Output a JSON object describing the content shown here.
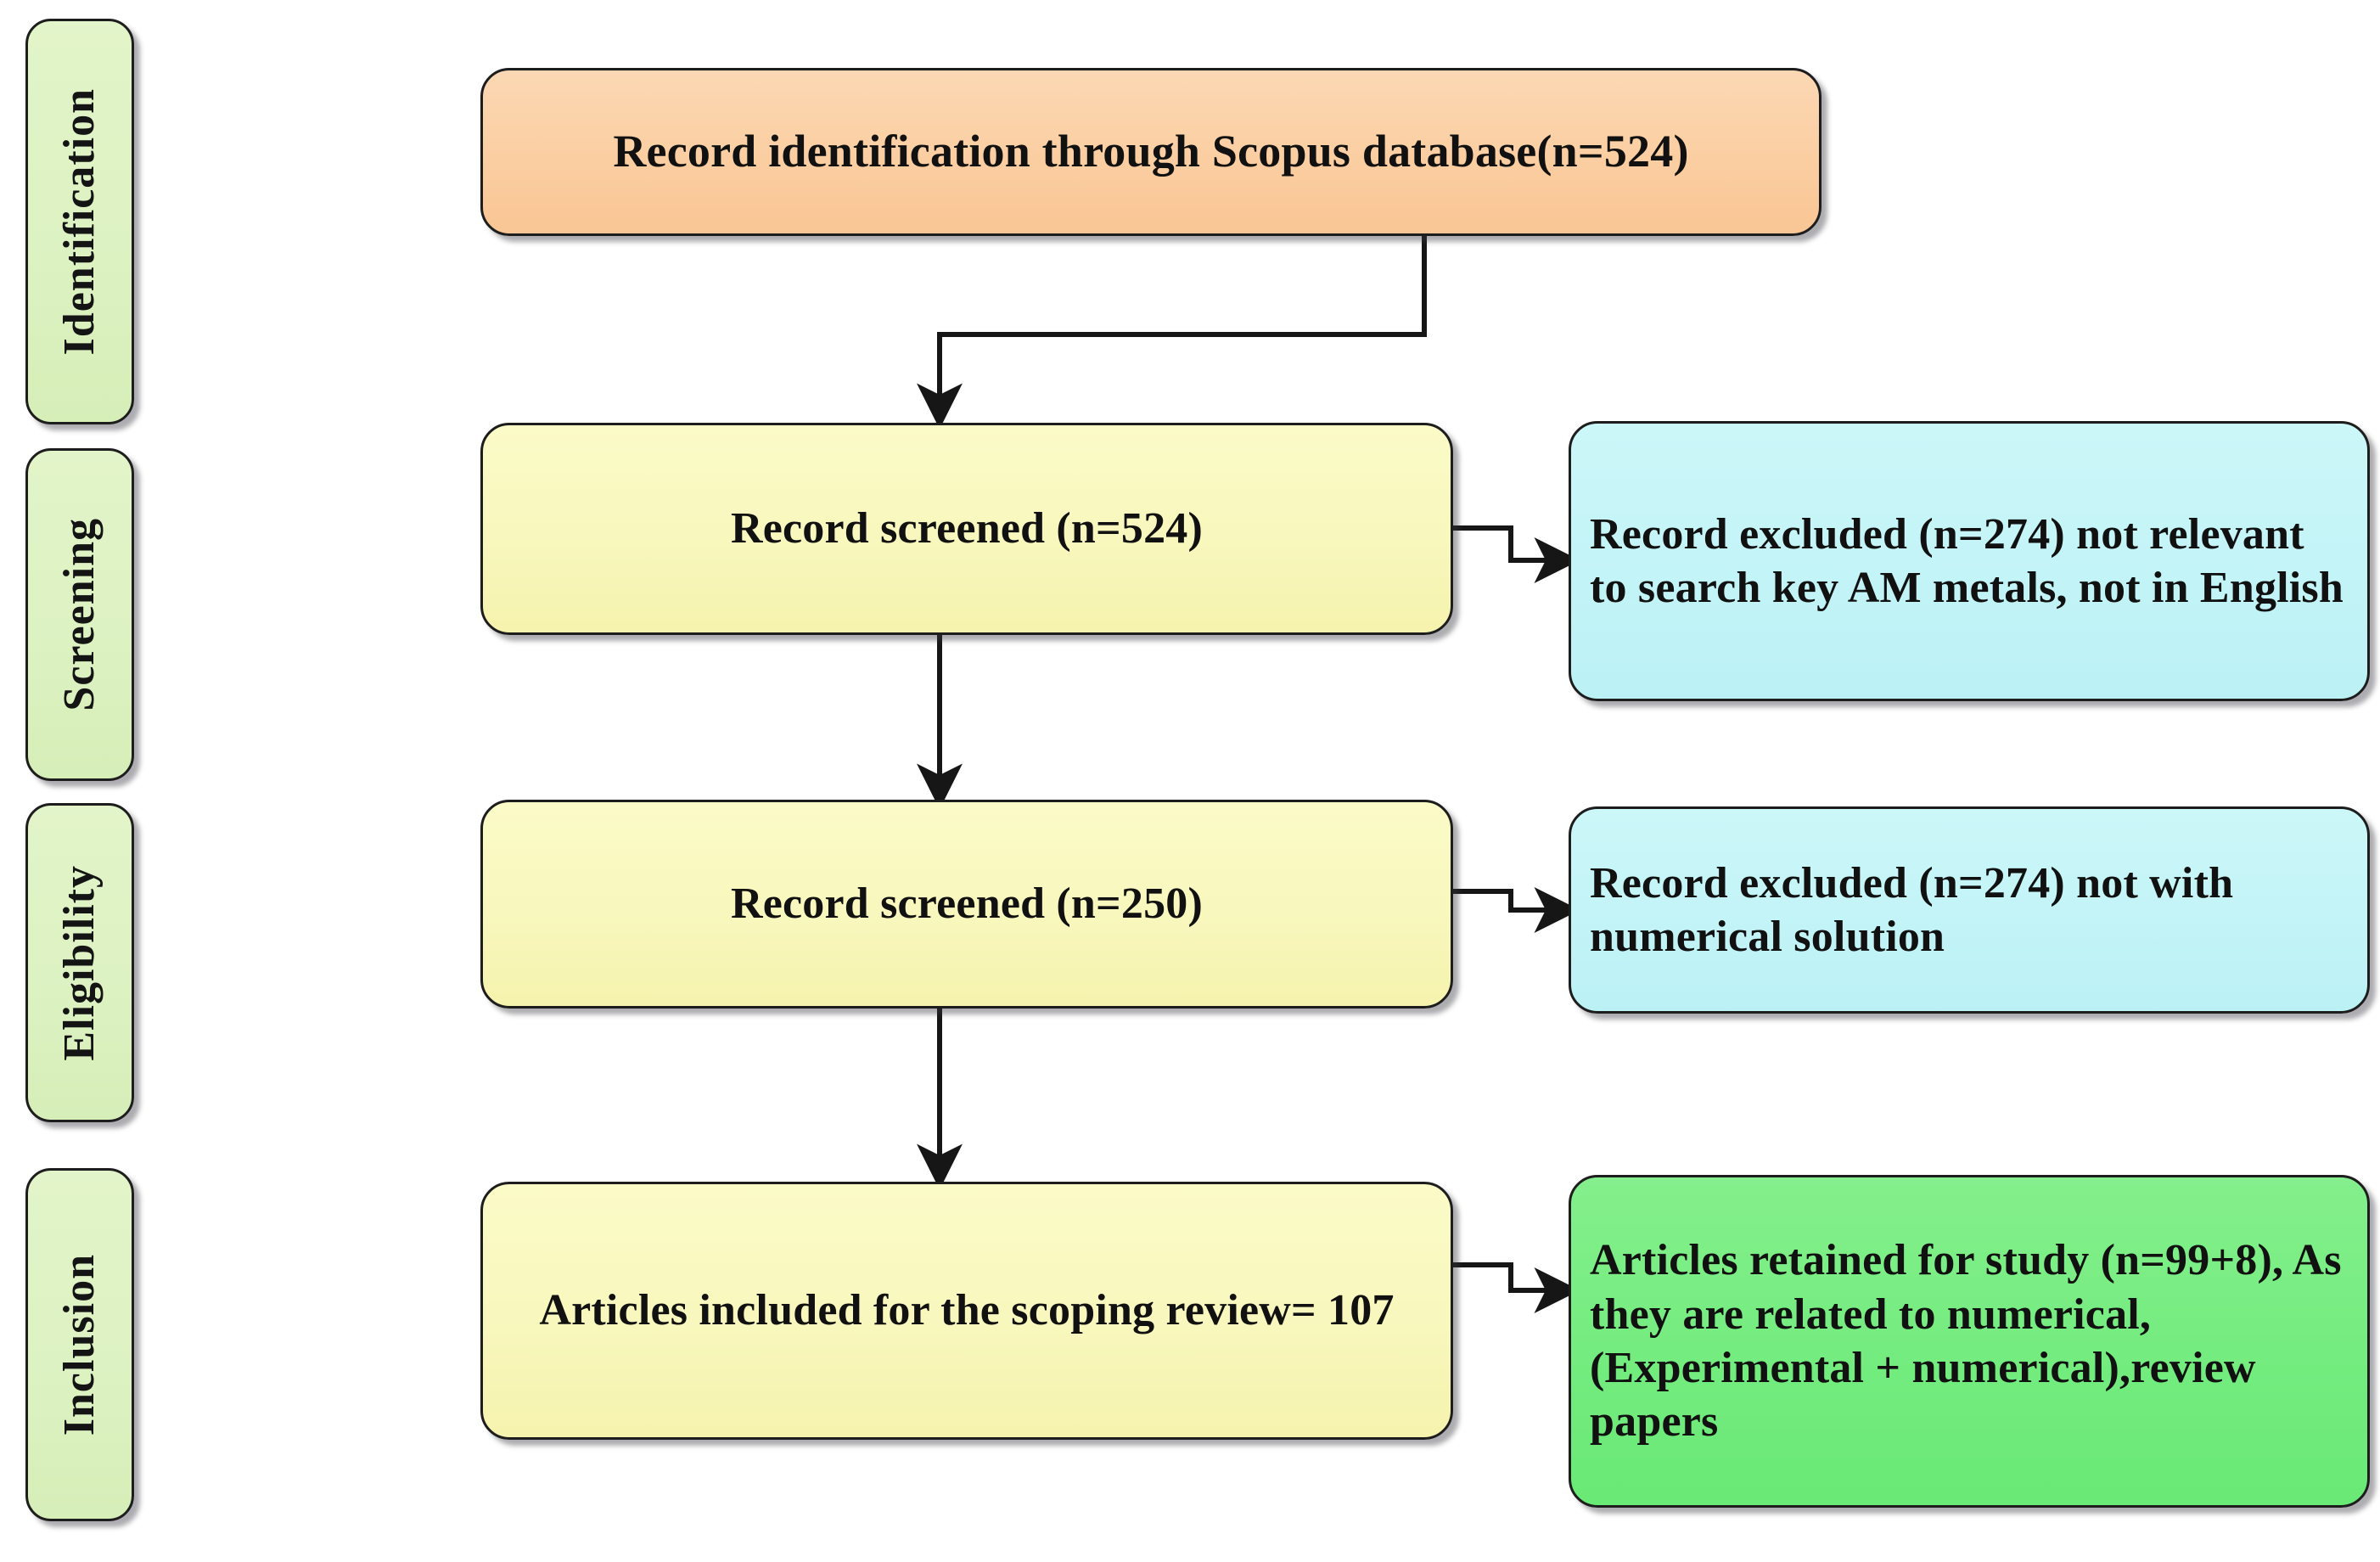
{
  "diagram": {
    "type": "prisma-flow-diagram",
    "title": "PRISMA scoping review flow diagram",
    "colors": {
      "stage": "#ddf2c2",
      "identification_box": "#fbcfa3",
      "screened_box": "#f8f7bd",
      "excluded_box": "#c3f4f7",
      "retained_box": "#74ec7f",
      "border": "#1d1d1d",
      "connector": "#161616"
    },
    "stages": [
      {
        "id": "identification",
        "label": "Identification"
      },
      {
        "id": "screening",
        "label": "Screening"
      },
      {
        "id": "eligibility",
        "label": "Eligibility"
      },
      {
        "id": "inclusion",
        "label": "Inclusion"
      }
    ],
    "nodes": [
      {
        "id": "identification-source",
        "label": "Record identification through Scopus database(n=524)",
        "count": 524,
        "color": "orange"
      },
      {
        "id": "screened-524",
        "label": "Record screened (n=524)",
        "count": 524,
        "color": "yellow"
      },
      {
        "id": "excluded-relevance",
        "label": "Record excluded (n=274) not relevant to search key AM metals, not in English",
        "count": 274,
        "color": "cyan"
      },
      {
        "id": "screened-250",
        "label": "Record screened (n=250)",
        "count": 250,
        "color": "yellow"
      },
      {
        "id": "excluded-numerical",
        "label": "Record excluded (n=274) not with numerical solution",
        "count": 274,
        "color": "cyan"
      },
      {
        "id": "included-107",
        "label": "Articles included for the scoping review= 107",
        "count": 107,
        "color": "yellow"
      },
      {
        "id": "retained-107",
        "label": "Articles retained for study (n=99+8), As they are related to numerical,(Experimental + numerical),review papers",
        "count": 107,
        "color": "green"
      }
    ],
    "edges": [
      {
        "from": "identification-source",
        "to": "screened-524",
        "style": "elbow-down-left-arrow"
      },
      {
        "from": "screened-524",
        "to": "excluded-relevance",
        "style": "step-right-arrow"
      },
      {
        "from": "screened-524",
        "to": "screened-250",
        "style": "straight-down-arrow"
      },
      {
        "from": "screened-250",
        "to": "excluded-numerical",
        "style": "step-right-arrow"
      },
      {
        "from": "screened-250",
        "to": "included-107",
        "style": "straight-down-arrow"
      },
      {
        "from": "included-107",
        "to": "retained-107",
        "style": "step-right-arrow"
      }
    ]
  }
}
